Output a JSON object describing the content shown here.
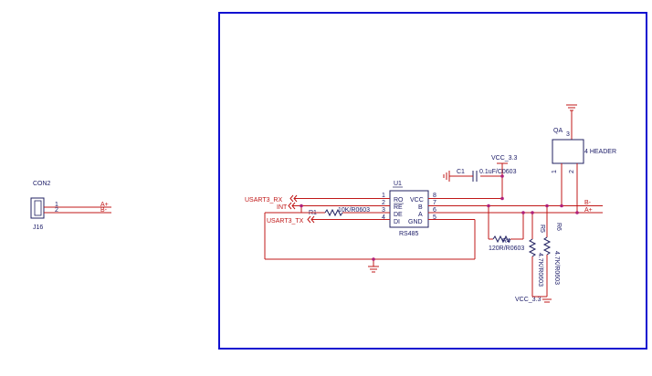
{
  "colors": {
    "frame": "#1010d0",
    "wire": "#c01818",
    "component": "#202060",
    "label": "#1a1a66",
    "junction": "#b0207a"
  },
  "connector_j16": {
    "name": "CON2",
    "ref": "J16",
    "pins": [
      "1",
      "2"
    ],
    "nets": [
      "A+",
      "B-"
    ]
  },
  "u1": {
    "ref": "U1",
    "part": "RS485",
    "left_pins": [
      {
        "num": "1",
        "name": "RO",
        "net": "USART3_RX"
      },
      {
        "num": "2",
        "name": "RE",
        "net": "INT"
      },
      {
        "num": "3",
        "name": "DE",
        "net": ""
      },
      {
        "num": "4",
        "name": "DI",
        "net": "USART3_TX"
      }
    ],
    "right_pins": [
      {
        "num": "8",
        "name": "VCC"
      },
      {
        "num": "7",
        "name": "B"
      },
      {
        "num": "6",
        "name": "A"
      },
      {
        "num": "5",
        "name": "GND"
      }
    ]
  },
  "r1": {
    "ref": "R1",
    "value": "10K/R0603"
  },
  "r4": {
    "ref": "R4",
    "value": "120R/R0603"
  },
  "r5": {
    "ref": "R5",
    "value": "4.7K/R0603"
  },
  "r6": {
    "ref": "R6",
    "value": "4.7K/R0603"
  },
  "c1": {
    "ref": "C1",
    "value": "0.1uF/C0603"
  },
  "vcc_top": "VCC_3.3",
  "vcc_bottom": "VCC_3.3",
  "header_qa": {
    "ref": "QA",
    "ref_sub": "3",
    "name": "4 HEADER",
    "pins": [
      "1",
      "2"
    ]
  },
  "right_nets": [
    "B-",
    "A+"
  ]
}
